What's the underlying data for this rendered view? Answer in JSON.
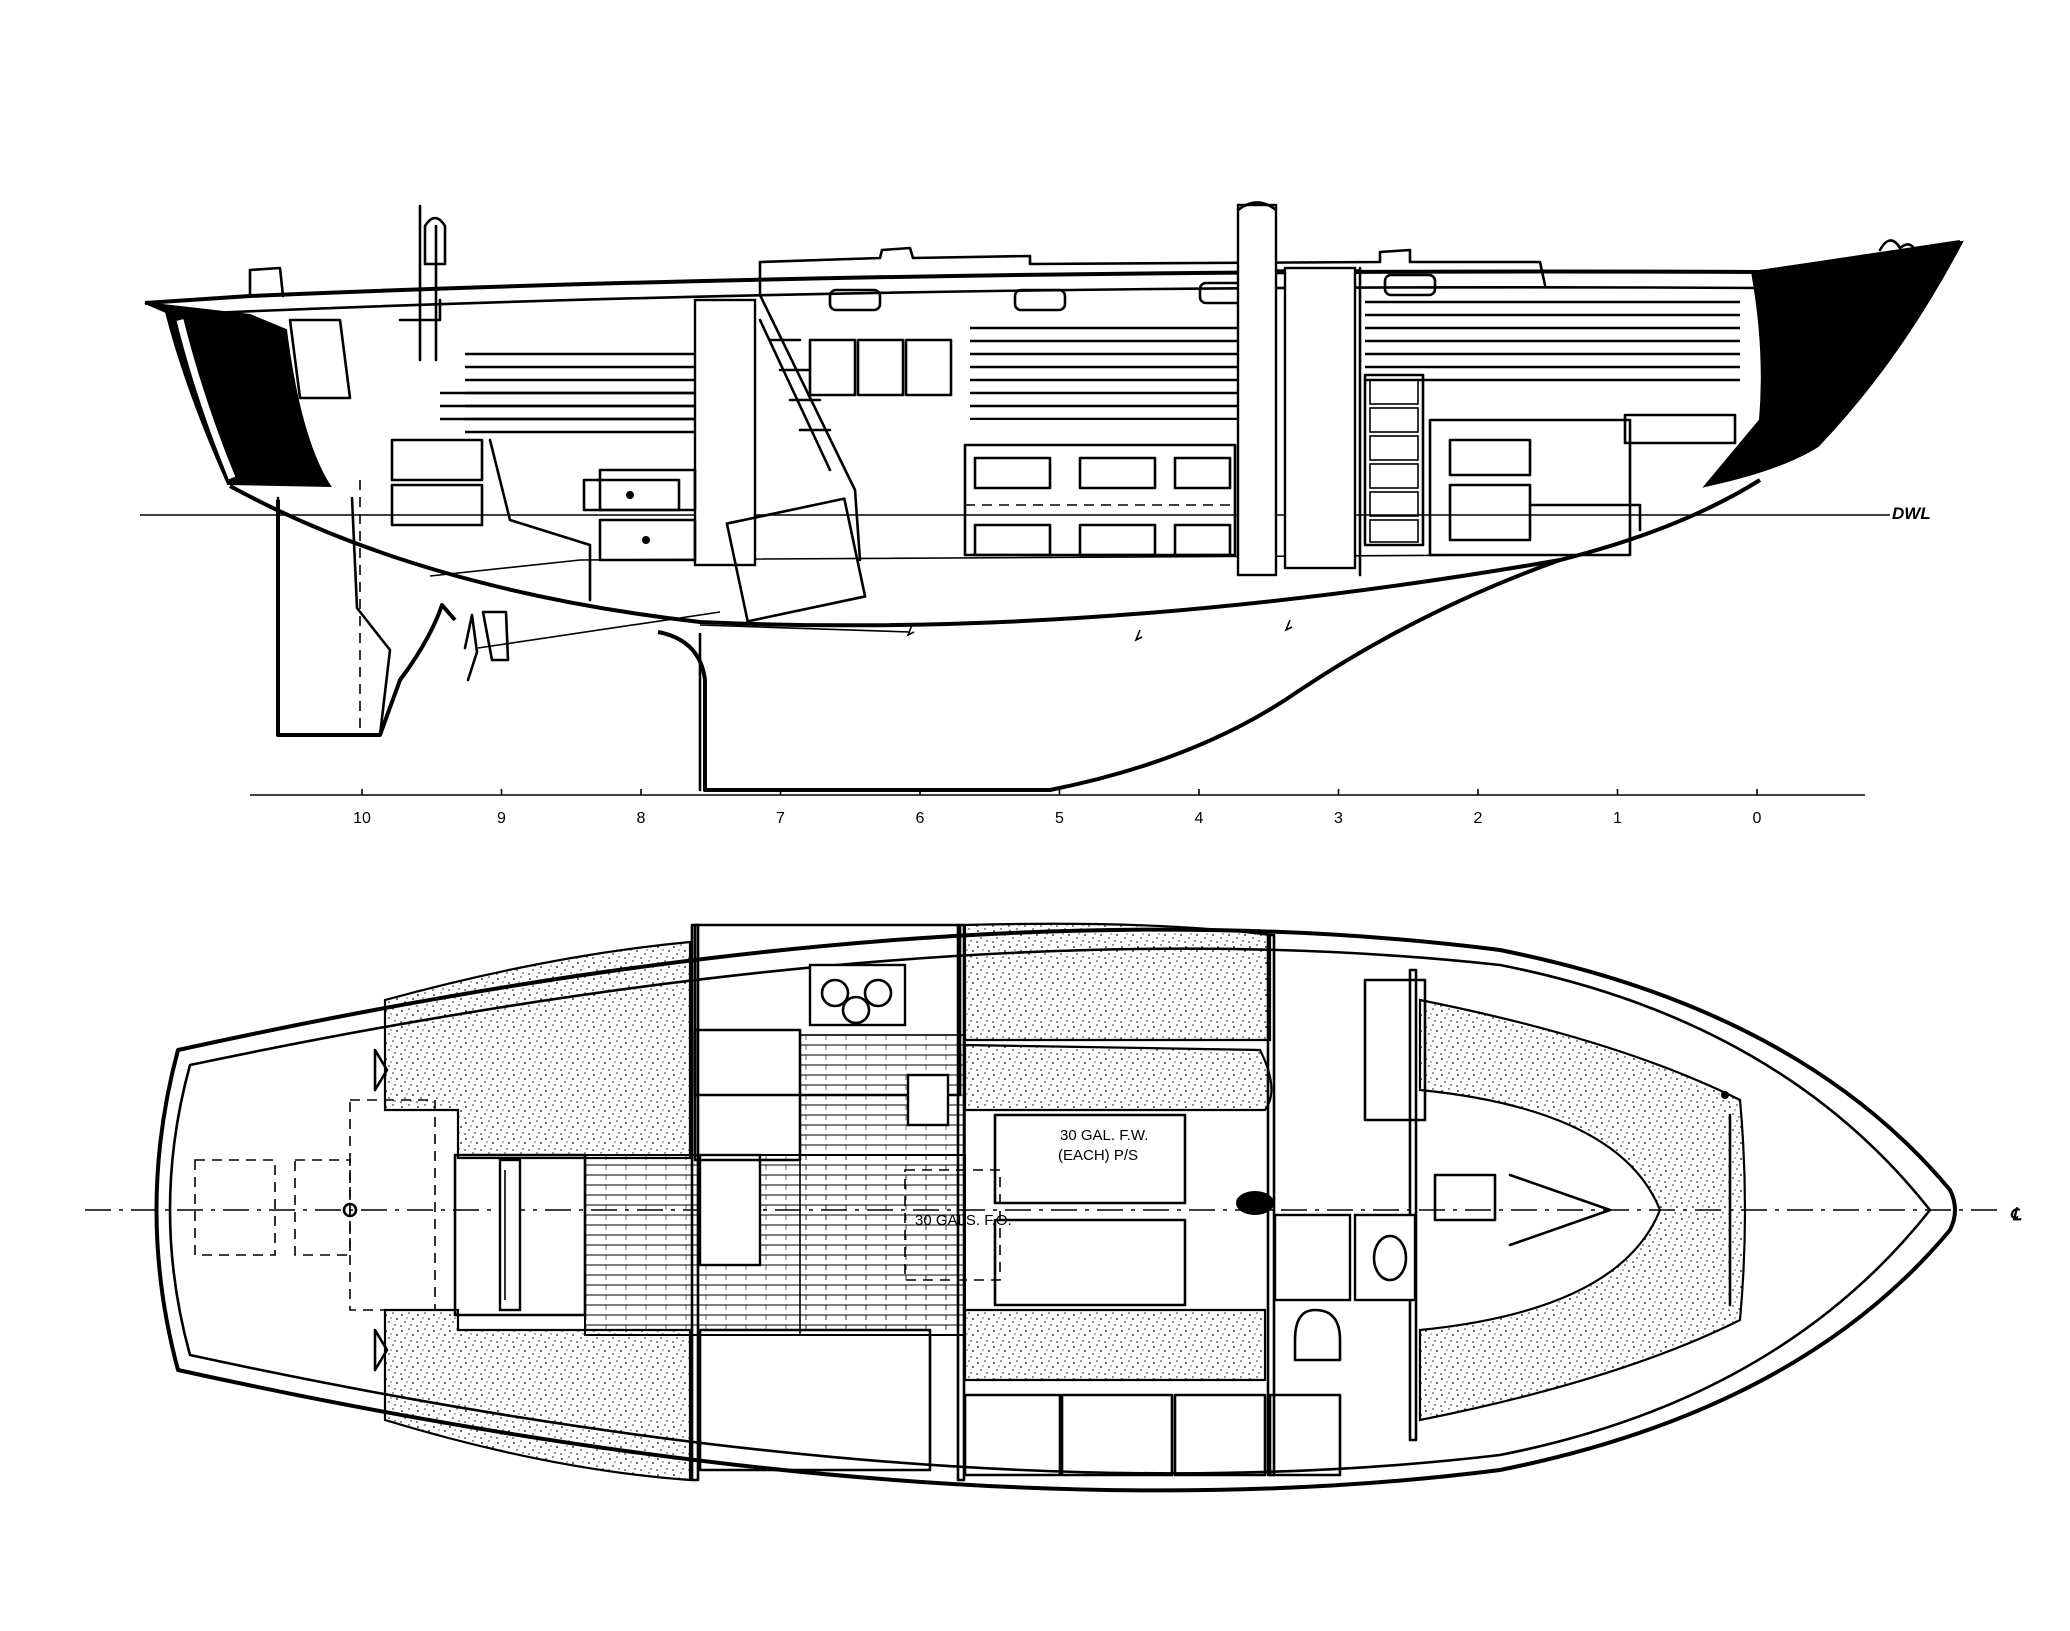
{
  "profile": {
    "waterline_label": "DWL",
    "station_labels": [
      "10",
      "9",
      "8",
      "7",
      "6",
      "5",
      "4",
      "3",
      "2",
      "1",
      "0"
    ]
  },
  "plan": {
    "water_tank_label_line1": "30 GAL. F.W.",
    "water_tank_label_line2": "(EACH) P/S",
    "fuel_tank_label": "30 GALS. F.O.",
    "centerline_mark": "℄"
  }
}
